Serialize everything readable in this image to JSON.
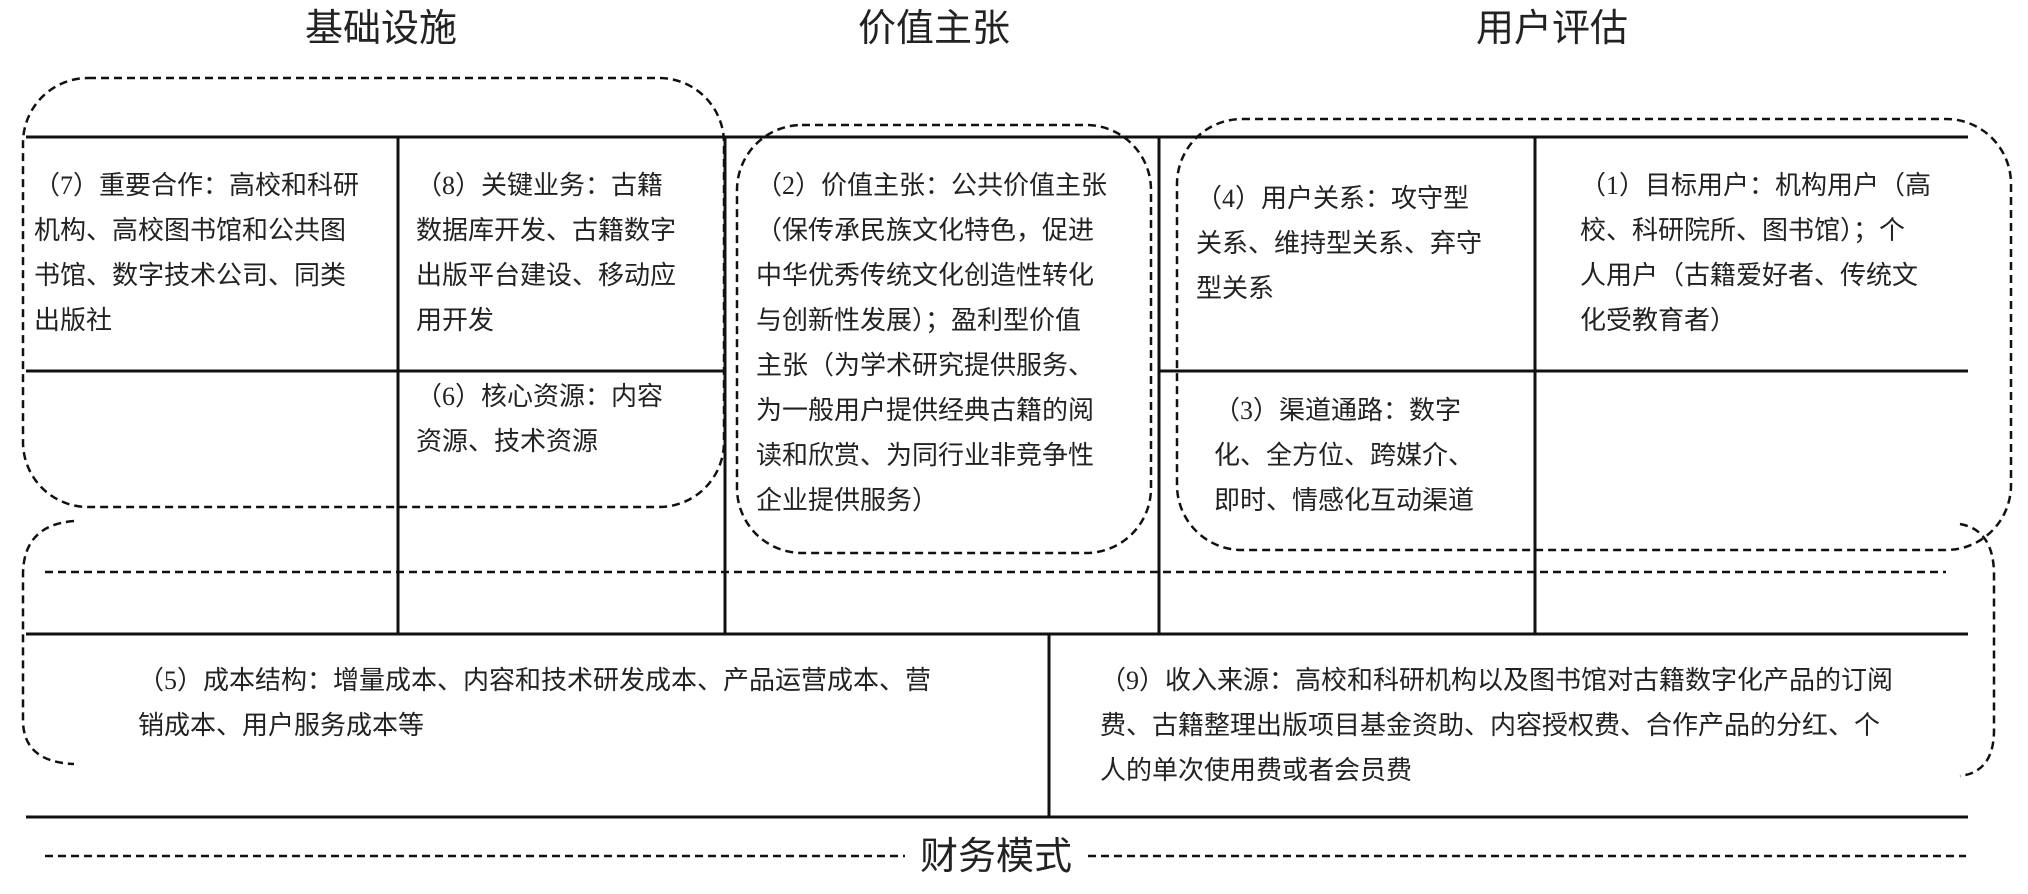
{
  "headers": {
    "infrastructure": "基础设施",
    "value": "价值主张",
    "user": "用户评估",
    "finance": "财务模式"
  },
  "blocks": {
    "partners": [
      "（7）重要合作：高校和科研",
      "机构、高校图书馆和公共图",
      "书馆、数字技术公司、同类",
      "出版社"
    ],
    "activities": [
      "（8）关键业务：古籍",
      "数据库开发、古籍数字",
      "出版平台建设、移动应",
      "用开发"
    ],
    "resources": [
      "（6）核心资源：内容",
      "资源、技术资源"
    ],
    "value": [
      "（2）价值主张：公共价值主张",
      "（保传承民族文化特色，促进",
      "中华优秀传统文化创造性转化",
      "与创新性发展）；盈利型价值",
      "主张（为学术研究提供服务、",
      "为一般用户提供经典古籍的阅",
      "读和欣赏、为同行业非竞争性",
      "企业提供服务）"
    ],
    "relationships": [
      "（4）用户关系：攻守型",
      "关系、维持型关系、弃守",
      "型关系"
    ],
    "segments": [
      "（1）目标用户：机构用户（高",
      "校、科研院所、图书馆）；个",
      "人用户（古籍爱好者、传统文",
      "化受教育者）"
    ],
    "channels": [
      "（3）渠道通路：数字",
      "化、全方位、跨媒介、",
      "即时、情感化互动渠道"
    ],
    "costs": [
      "（5）成本结构：增量成本、内容和技术研发成本、产品运营成本、营",
      "销成本、用户服务成本等"
    ],
    "revenue": [
      "（9）收入来源：高校和科研机构以及图书馆对古籍数字化产品的订阅",
      "费、古籍整理出版项目基金资助、内容授权费、合作产品的分红、个",
      "人的单次使用费或者会员费"
    ]
  }
}
